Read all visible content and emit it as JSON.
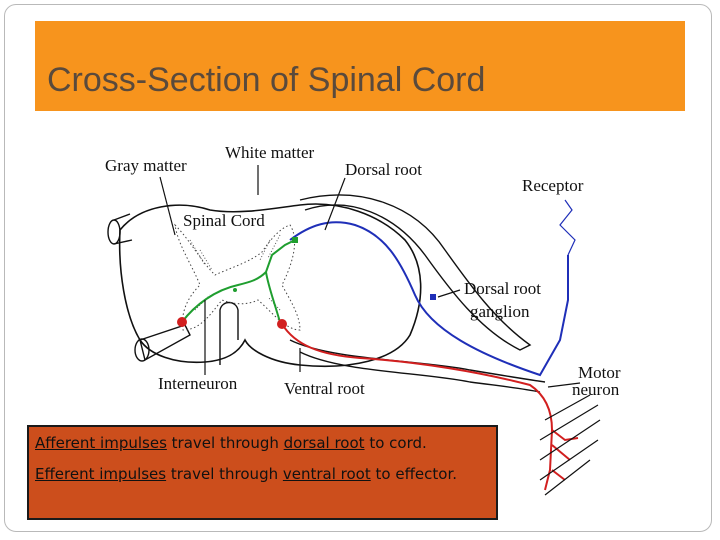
{
  "slide": {
    "title": "Cross-Section of Spinal Cord",
    "title_bar_color": "#f7941d"
  },
  "diagram": {
    "labels": {
      "gray_matter": "Gray matter",
      "white_matter": "White matter",
      "dorsal_root": "Dorsal root",
      "receptor": "Receptor",
      "spinal_cord": "Spinal Cord",
      "dorsal_root_ganglion_1": "Dorsal root",
      "dorsal_root_ganglion_2": "ganglion",
      "interneuron": "Interneuron",
      "ventral_root": "Ventral root",
      "motor_neuron_1": "Motor",
      "motor_neuron_2": "neuron"
    },
    "colors": {
      "sensory": "#1f2fb8",
      "interneuron": "#1f9e2f",
      "motor": "#d21f1f"
    }
  },
  "caption": {
    "line1": {
      "term": "Afferent impulses",
      "mid": " travel through ",
      "term2": "dorsal root",
      "end": " to cord."
    },
    "line2": {
      "term": "Efferent impulses",
      "mid": " travel through ",
      "term2": "ventral root",
      "end": " to effector."
    },
    "bg_color": "#cc4e1c"
  }
}
